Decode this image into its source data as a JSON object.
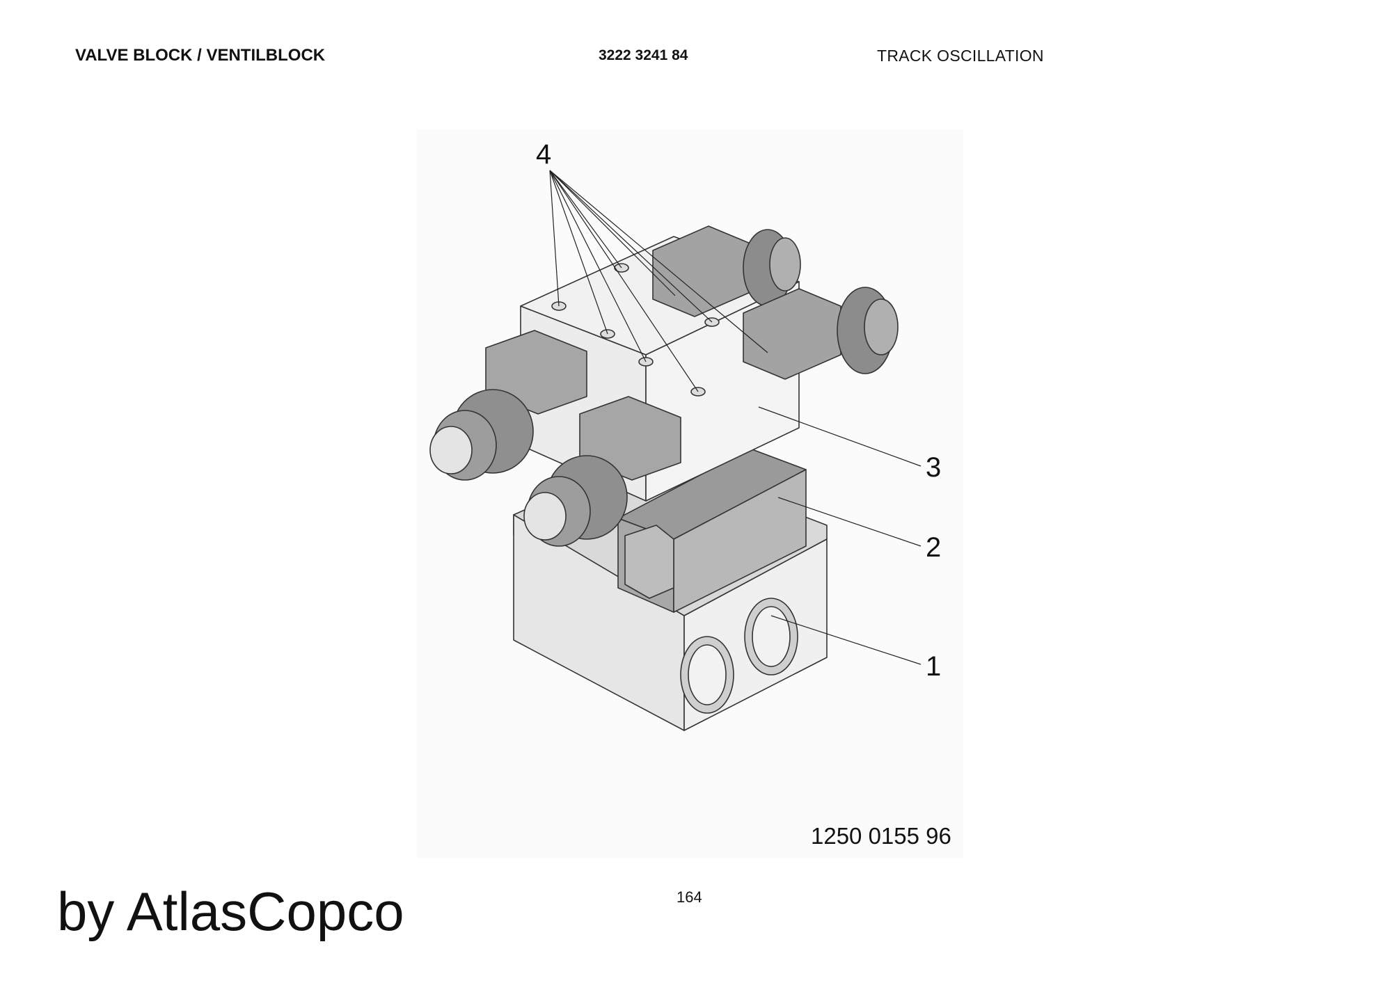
{
  "header": {
    "title": "VALVE BLOCK / VENTILBLOCK",
    "part_number": "3222 3241 84",
    "section": "TRACK OSCILLATION"
  },
  "figure": {
    "callouts": [
      "4",
      "3",
      "2",
      "1"
    ],
    "drawing_number": "1250 0155 96"
  },
  "footer": {
    "page_number": "164",
    "brand": "by AtlasCopco"
  }
}
